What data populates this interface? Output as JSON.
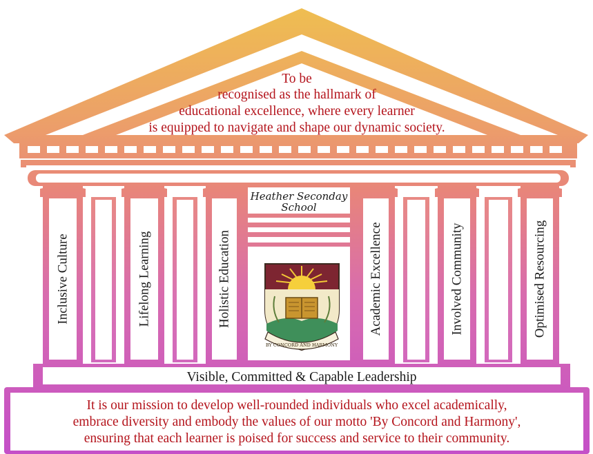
{
  "vision": {
    "lines": [
      "To be",
      "recognised as the hallmark of",
      "educational excellence, where every learner",
      "is equipped to navigate and shape our dynamic society."
    ]
  },
  "school": {
    "name_lines": [
      "Heather Seconday",
      "School"
    ],
    "motto": "BY CONCORD AND HARMONY"
  },
  "pillars": [
    "Inclusive Culture",
    "Lifelong Learning",
    "Holistic Education",
    "Academic Excellence",
    "Involved Community",
    "Optimised Resourcing"
  ],
  "foundation": "Visible, Committed & Capable Leadership",
  "mission": {
    "lines": [
      "It is our mission to develop well-rounded individuals who excel academically,",
      "embrace diversity and embody the values of our motto 'By Concord and Harmony',",
      "ensuring that each learner is poised for success and service to their community."
    ]
  },
  "colors": {
    "gold": "#efc04f",
    "coral": "#e8857a",
    "pink": "#d865b0",
    "magenta": "#c44fc8",
    "text_red": "#b4141c"
  }
}
